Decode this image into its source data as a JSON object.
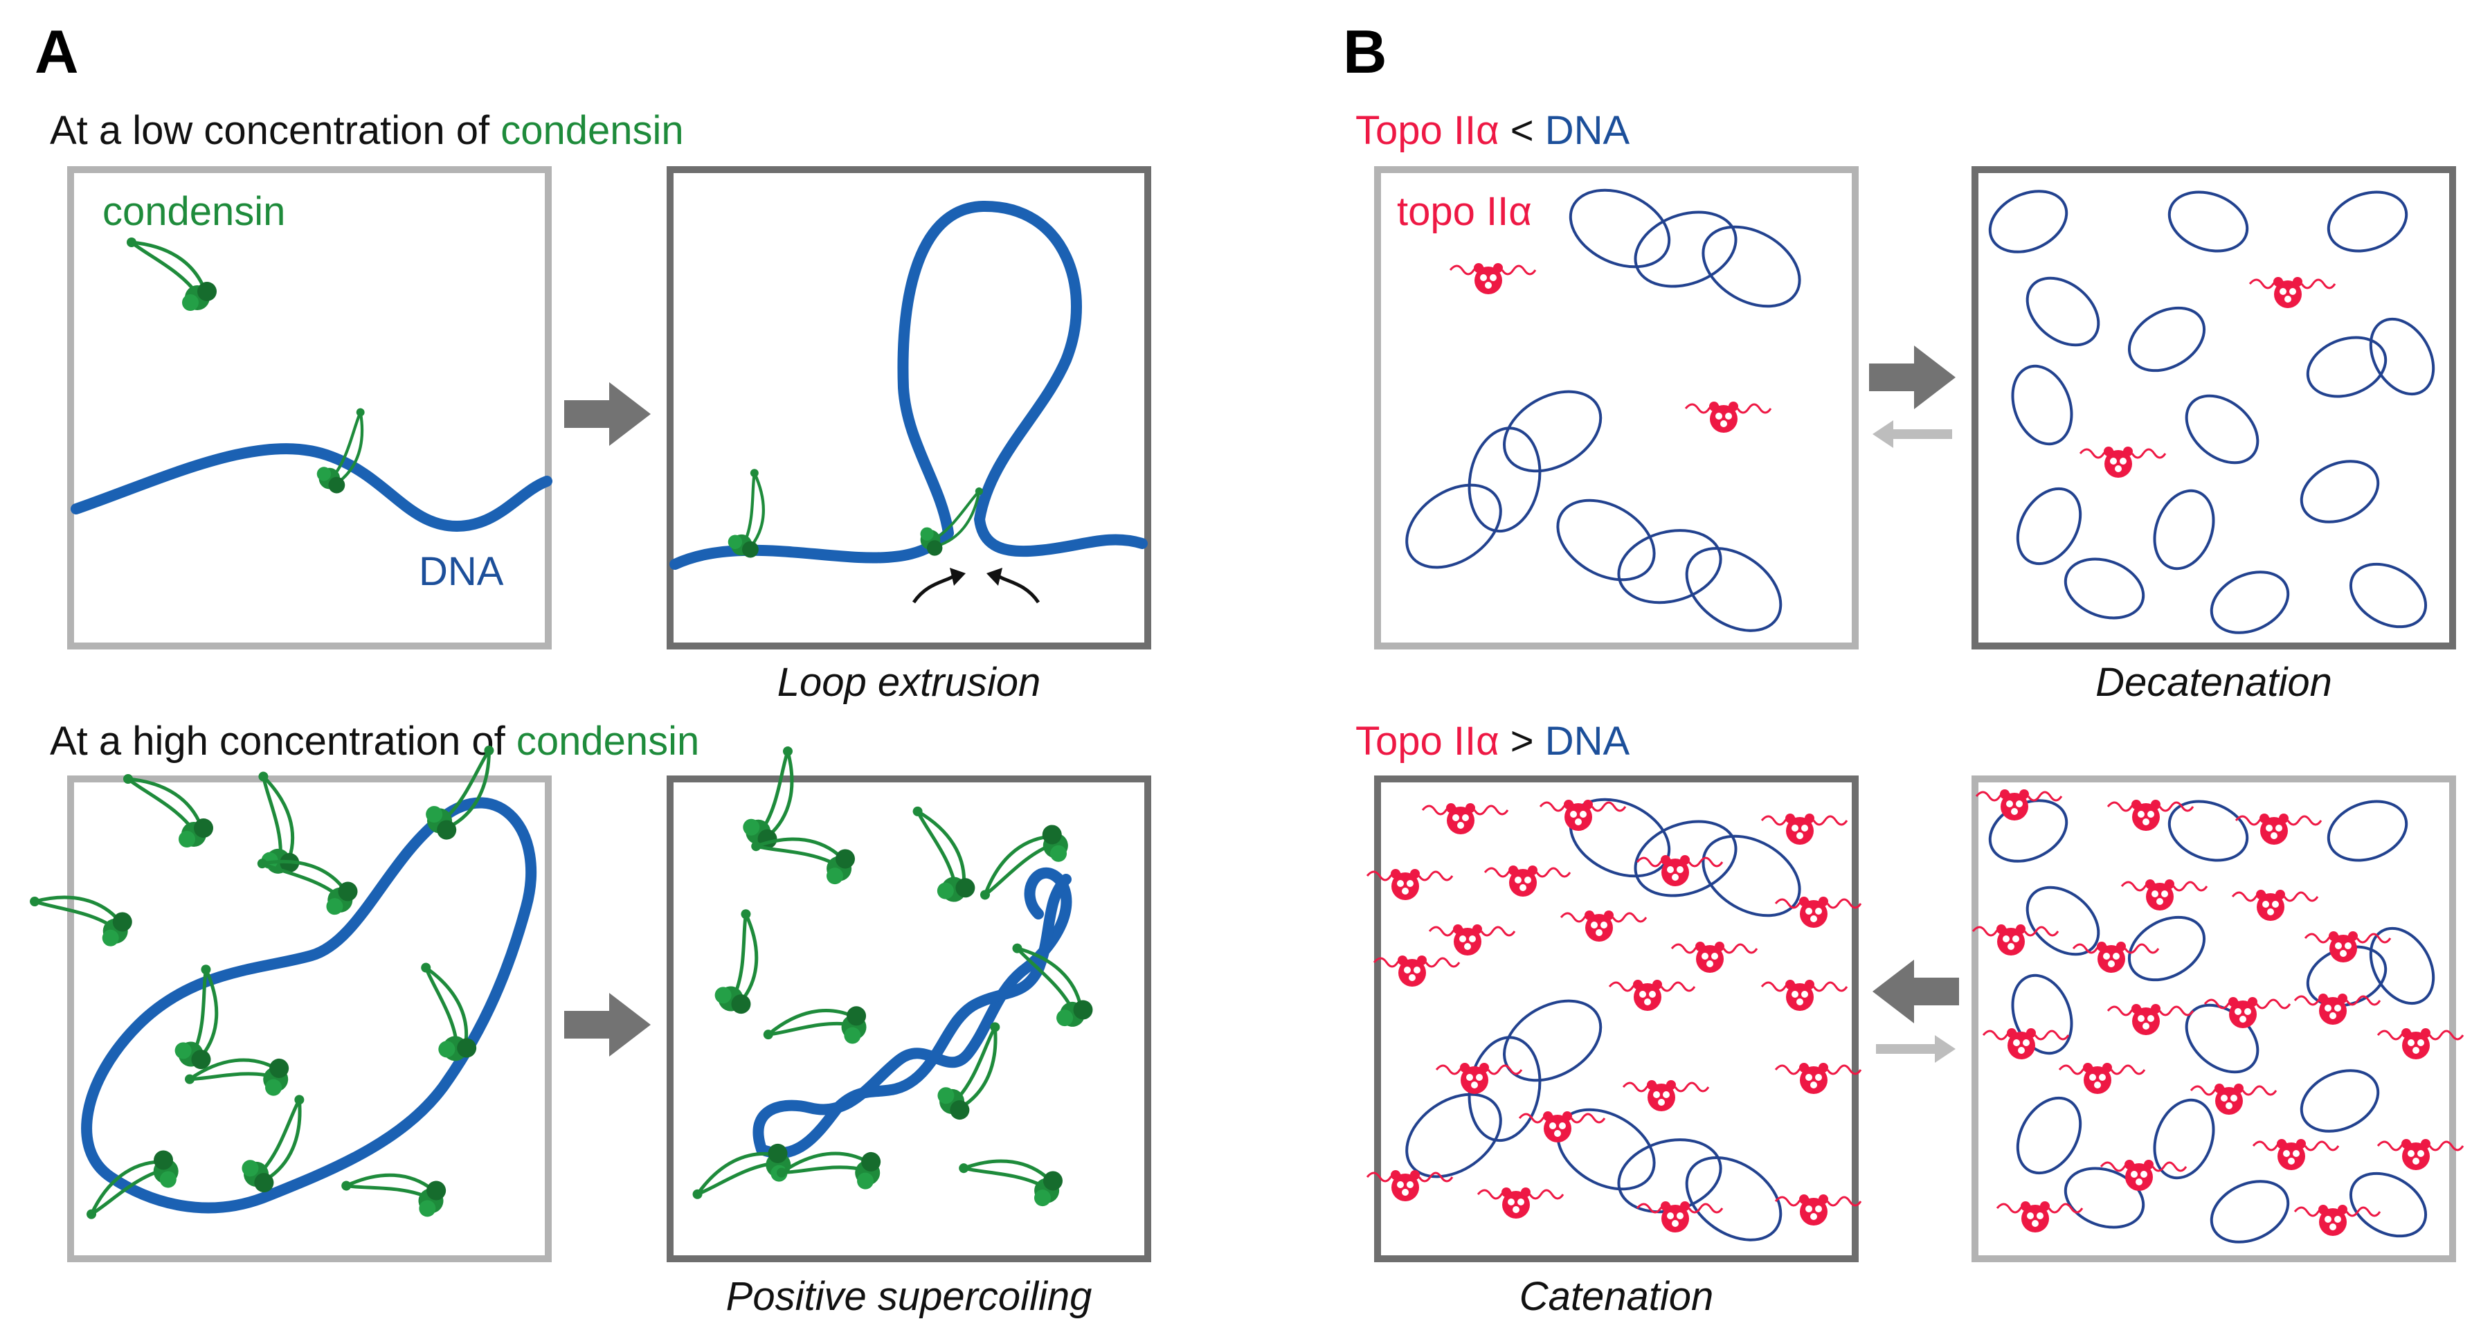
{
  "panels": {
    "A": {
      "letter": "A",
      "top_heading": {
        "prefix": "At a low concentration of ",
        "highlight": "condensin"
      },
      "bottom_heading": {
        "prefix": "At a high concentration of ",
        "highlight": "condensin"
      },
      "label_condensin": "condensin",
      "label_dna": "DNA",
      "caption_top": "Loop extrusion",
      "caption_bottom": "Positive supercoiling"
    },
    "B": {
      "letter": "B",
      "top_heading": {
        "enzyme": "Topo IIα",
        "relation": " < ",
        "substrate": "DNA"
      },
      "bottom_heading": {
        "enzyme": "Topo IIα",
        "relation": " > ",
        "substrate": "DNA"
      },
      "label_topo": "topo IIα",
      "caption_top": "Decatenation",
      "caption_bottom": "Catenation"
    }
  },
  "colors": {
    "condensin": "#1e8b3b",
    "dna": "#1b61b3",
    "topo": "#ee1844",
    "arrow": "#737373"
  }
}
